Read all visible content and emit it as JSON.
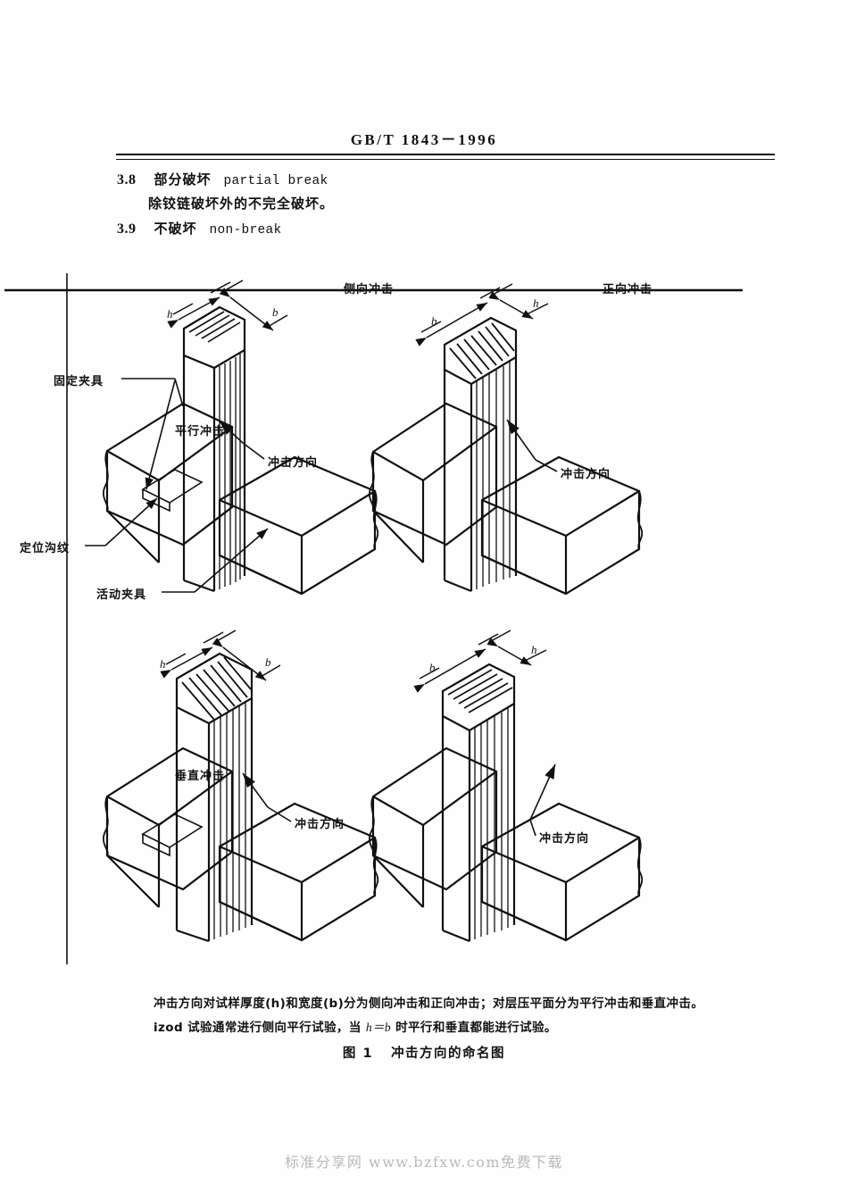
{
  "header": {
    "standard_number": "GB/T  1843－1996"
  },
  "clauses": [
    {
      "number": "3.8",
      "term_cn": "部分破坏",
      "term_en": "partial break",
      "definition_cn": "除铰链破坏外的不完全破坏。"
    },
    {
      "number": "3.9",
      "term_cn": "不破坏",
      "term_en": "non-break"
    }
  ],
  "figure": {
    "column_headers": [
      "侧向冲击",
      "正向冲击"
    ],
    "row_headers": [
      "平行冲击",
      "垂直冲击"
    ],
    "panels": [
      {
        "id": "parallel-edgewise",
        "row": "平行冲击",
        "column": "侧向冲击",
        "dimension_left": "h",
        "dimension_right": "b",
        "callouts": [
          "固定夹具",
          "冲击方向",
          "定位沟纹",
          "活动夹具"
        ]
      },
      {
        "id": "parallel-flatwise",
        "row": "平行冲击",
        "column": "正向冲击",
        "dimension_left": "b",
        "dimension_right": "h",
        "callouts": [
          "冲击方向"
        ]
      },
      {
        "id": "perpendicular-edgewise",
        "row": "垂直冲击",
        "column": "侧向冲击",
        "dimension_left": "h",
        "dimension_right": "b",
        "callouts": [
          "冲击方向"
        ]
      },
      {
        "id": "perpendicular-flatwise",
        "row": "垂直冲击",
        "column": "正向冲击",
        "dimension_left": "b",
        "dimension_right": "h",
        "callouts": [
          "冲击方向"
        ]
      }
    ],
    "caption_line1": "冲击方向对试样厚度(h)和宽度(b)分为侧向冲击和正向冲击；对层压平面分为平行冲击和垂直冲击。",
    "caption_line2_pre": "izod 试验通常进行侧向平行试验，当 ",
    "caption_line2_formula": "h＝b",
    "caption_line2_post": " 时平行和垂直都能进行试验。",
    "figure_number": "图 1",
    "figure_title": "冲击方向的命名图"
  },
  "watermark": {
    "text": "标准分享网  www.bzfxw.com免费下载",
    "color": "#b9b9b9"
  }
}
